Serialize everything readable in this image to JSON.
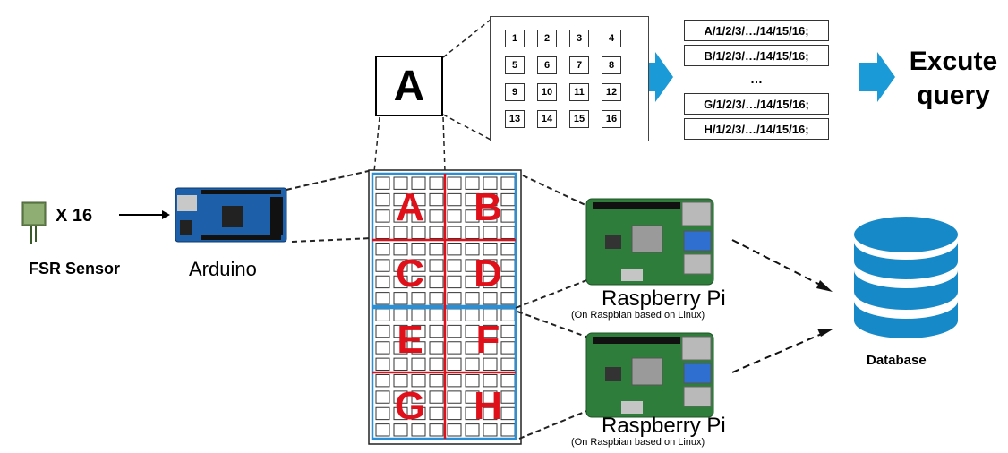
{
  "sensor": {
    "label": "FSR Sensor",
    "count_label": "X 16"
  },
  "arduino": {
    "label": "Arduino"
  },
  "zoom": {
    "letter": "A",
    "numbers": [
      "1",
      "2",
      "3",
      "4",
      "5",
      "6",
      "7",
      "8",
      "9",
      "10",
      "11",
      "12",
      "13",
      "14",
      "15",
      "16"
    ]
  },
  "queries": {
    "rows": [
      "A/1/2/3/…/14/15/16;",
      "B/1/2/3/…/14/15/16;",
      "G/1/2/3/…/14/15/16;",
      "H/1/2/3/…/14/15/16;"
    ],
    "ellipsis": "…"
  },
  "execute": {
    "line1": "Excute",
    "line2": "query"
  },
  "matrix": {
    "regions": [
      "A",
      "B",
      "C",
      "D",
      "E",
      "F",
      "G",
      "H"
    ]
  },
  "raspberry_pi": [
    {
      "label": "Raspberry Pi",
      "sub": "(On Raspbian based on Linux)"
    },
    {
      "label": "Raspberry Pi",
      "sub": "(On Raspbian based on Linux)"
    }
  ],
  "database": {
    "label": "Database"
  },
  "colors": {
    "arrow_blue": "#1a9ad6",
    "grid_blue": "#2b8fd6",
    "region_red": "#e0101a",
    "pi_green": "#2e7d3a",
    "db_blue": "#1689c9"
  }
}
